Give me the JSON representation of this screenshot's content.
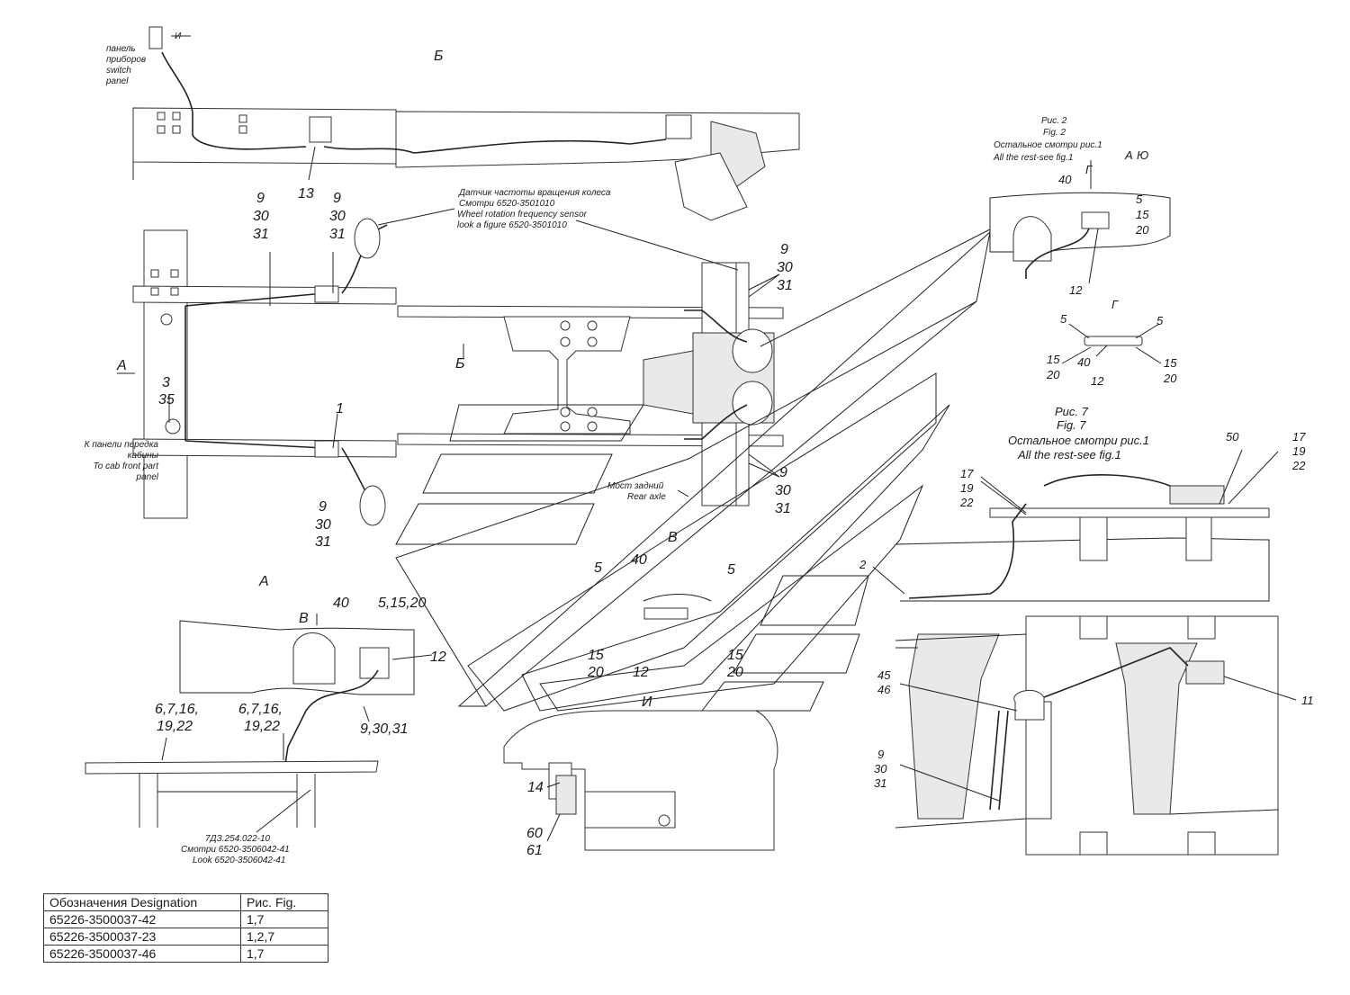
{
  "views": {
    "b_top": "Б",
    "a_top": "А",
    "a_arrow": "А",
    "b_arrow": "Б",
    "v_view": "В",
    "v_arrow": "В",
    "i_view": "И",
    "i_arrow": "И",
    "g_view": "Г",
    "g_arrow": "Г",
    "a_cyr": "А",
    "b_cyr": "Ю"
  },
  "labels": {
    "instrument_panel": [
      "панель",
      "приборов",
      "switch",
      "panel"
    ],
    "cab_panel": [
      "К панели передка",
      "кабины",
      "To cab front part",
      "panel"
    ],
    "wheel_sensor": [
      "Датчик частоты вращения колеса",
      "Смотри 6520-3501010",
      "Wheel rotation frequency sensor",
      "look a figure 6520-3501010"
    ],
    "rear_axle": [
      "Мост задний",
      "Rear axle"
    ],
    "note_part": [
      "7ДЗ.254.022-10",
      "Смотри 6520-3506042-41",
      "Look 6520-3506042-41"
    ],
    "fig2": [
      "Рис. 2",
      "Fig. 2",
      "Остальное смотри рис.1",
      "All the rest-see fig.1"
    ],
    "fig7": [
      "Рис. 7",
      "Fig. 7",
      "Остальное смотри рис.1",
      "All the rest-see fig.1"
    ]
  },
  "callouts": {
    "c13": "13",
    "c9_30_31": [
      "9",
      "30",
      "31"
    ],
    "c3_35": [
      "3",
      "35"
    ],
    "c1": "1",
    "c40": "40",
    "c5_15_20_row": "5,15,20",
    "c12": "12",
    "c9_30_31_row": "9,30,31",
    "c6_7_16": "6,7,16,",
    "c19_22": "19,22",
    "c5": "5",
    "c15_20": [
      "15",
      "20"
    ],
    "c14": "14",
    "c60_61": [
      "60",
      "61"
    ],
    "c2": "2",
    "c17_19_22": [
      "17",
      "19",
      "22"
    ],
    "c50": "50",
    "c45_46": [
      "45",
      "46"
    ],
    "c11": "11",
    "c5_15_20": [
      "5",
      "15",
      "20"
    ]
  },
  "table": {
    "headers": [
      "Обозначения Designation",
      "Рис. Fig."
    ],
    "rows": [
      [
        "65226-3500037-42",
        "1,7"
      ],
      [
        "65226-3500037-23",
        "1,2,7"
      ],
      [
        "65226-3500037-46",
        "1,7"
      ]
    ]
  }
}
